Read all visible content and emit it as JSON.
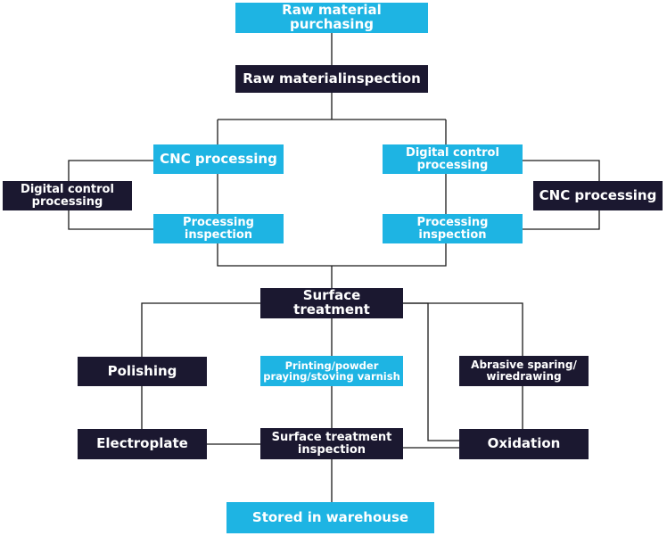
{
  "nodes": {
    "raw_purchasing": "Raw material purchasing",
    "raw_inspection": "Raw materialinspection",
    "cnc_left": "CNC processing",
    "digital_right": "Digital control processing",
    "digital_left": "Digital control processing",
    "cnc_right": "CNC processing",
    "proc_insp_left": "Processing inspection",
    "proc_insp_right": "Processing inspection",
    "surface_treatment": "Surface treatment",
    "polishing": "Polishing",
    "printing": "Printing/powder praying/stoving varnish",
    "abrasive": "Abrasive sparing/ wiredrawing",
    "electroplate": "Electroplate",
    "surface_insp": "Surface treatment inspection",
    "oxidation": "Oxidation",
    "stored": "Stored in warehouse"
  },
  "colors": {
    "blue_box": "#1eb4e3",
    "dark_box": "#1b1830",
    "text": "#ffffff",
    "connector": "#1a1a1a"
  }
}
